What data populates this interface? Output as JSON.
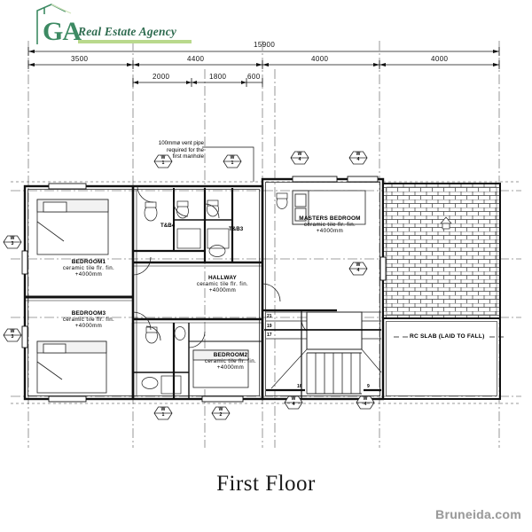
{
  "logo": {
    "monogram": "GA",
    "company": "Real Estate Agency",
    "brand_color": "#3d8a63",
    "accent_color": "#b9d98c"
  },
  "title": "First Floor",
  "watermark": "Bruneida.com",
  "dimensions": {
    "overall": "15900",
    "bays": [
      "3500",
      "4400",
      "4000",
      "4000"
    ],
    "sub_bays": [
      "2000",
      "1800",
      "600"
    ]
  },
  "notes": {
    "vent_pipe": [
      "100mmø vent pipe",
      "required for the",
      "first manhole"
    ],
    "rc_slab": "RC SLAB (LAID TO FALL)"
  },
  "rooms": [
    {
      "name": "BEDROOM1",
      "finish": "ceramic tile flr. fin.",
      "level": "+4000mm"
    },
    {
      "name": "BEDROOM3",
      "finish": "ceramic tile flr. fin.",
      "level": "+4000mm"
    },
    {
      "name": "BEDROOM2",
      "finish": "ceramic tile flr. fin.",
      "level": "+4000mm"
    },
    {
      "name": "HALLWAY",
      "finish": "ceramic tile flr. fin.",
      "level": "+4000mm"
    },
    {
      "name": "MASTERS BEDROOM",
      "finish": "ceramic tile flr. fin.",
      "level": "+4000mm"
    }
  ],
  "toilets": [
    {
      "name": "T&B4"
    },
    {
      "name": "T&B3"
    }
  ],
  "markers": {
    "top": [
      {
        "type": "W",
        "num": "1"
      },
      {
        "type": "W",
        "num": "1"
      },
      {
        "type": "W",
        "num": "4"
      },
      {
        "type": "W",
        "num": "4"
      }
    ],
    "bottom": [
      {
        "type": "W",
        "num": "1"
      },
      {
        "type": "W",
        "num": "2"
      },
      {
        "type": "W",
        "num": "4"
      },
      {
        "type": "W",
        "num": "4"
      }
    ],
    "left": [
      {
        "type": "W",
        "num": "3"
      },
      {
        "type": "W",
        "num": "3"
      }
    ],
    "middle": [
      {
        "type": "W",
        "num": "4"
      }
    ]
  },
  "stair": {
    "step_numbers": [
      "21",
      "19",
      "17",
      "16",
      "9"
    ]
  }
}
